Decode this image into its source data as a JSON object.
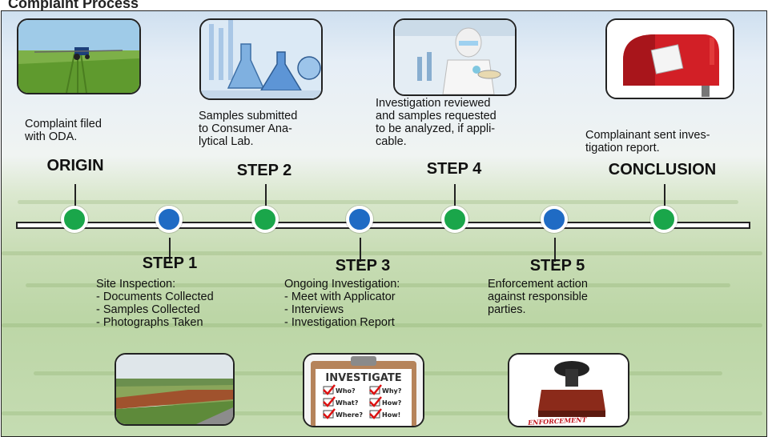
{
  "header": {
    "title": "Complaint Process"
  },
  "steps": [
    {
      "title": "ORIGIN",
      "desc": "Complaint filed\nwith ODA.",
      "node_color": "#1aa64a",
      "image": "tractor-field-photo"
    },
    {
      "title": "STEP 1",
      "desc": "Site Inspection:\n- Documents Collected\n- Samples Collected\n- Photographs Taken",
      "node_color": "#1f6bc4",
      "image": "inspection-field-photo"
    },
    {
      "title": "STEP 2",
      "desc": "Samples submitted\nto Consumer Ana-\nlytical Lab.",
      "node_color": "#1aa64a",
      "image": "lab-glassware-photo"
    },
    {
      "title": "STEP 3",
      "desc": "Ongoing Investigation:\n- Meet with Applicator\n- Interviews\n- Investigation Report",
      "node_color": "#1f6bc4",
      "image": "investigate-clipboard-photo"
    },
    {
      "title": "STEP 4",
      "desc": "Investigation reviewed\nand samples requested\nto be analyzed, if appli-\ncable.",
      "node_color": "#1aa64a",
      "image": "lab-scientist-photo"
    },
    {
      "title": "STEP 5",
      "desc": "Enforcement action\nagainst responsible\nparties.",
      "node_color": "#1f6bc4",
      "image": "enforcement-stamp-photo"
    },
    {
      "title": "CONCLUSION",
      "desc": "Complainant sent inves-\ntigation report.",
      "node_color": "#1aa64a",
      "image": "mailbox-photo"
    }
  ],
  "clipboard": {
    "heading": "INVESTIGATE",
    "items": [
      "Who?",
      "Why?",
      "What?",
      "How?",
      "Where?",
      "How!"
    ]
  },
  "stamp": {
    "label": "ENFORCEMENT"
  }
}
